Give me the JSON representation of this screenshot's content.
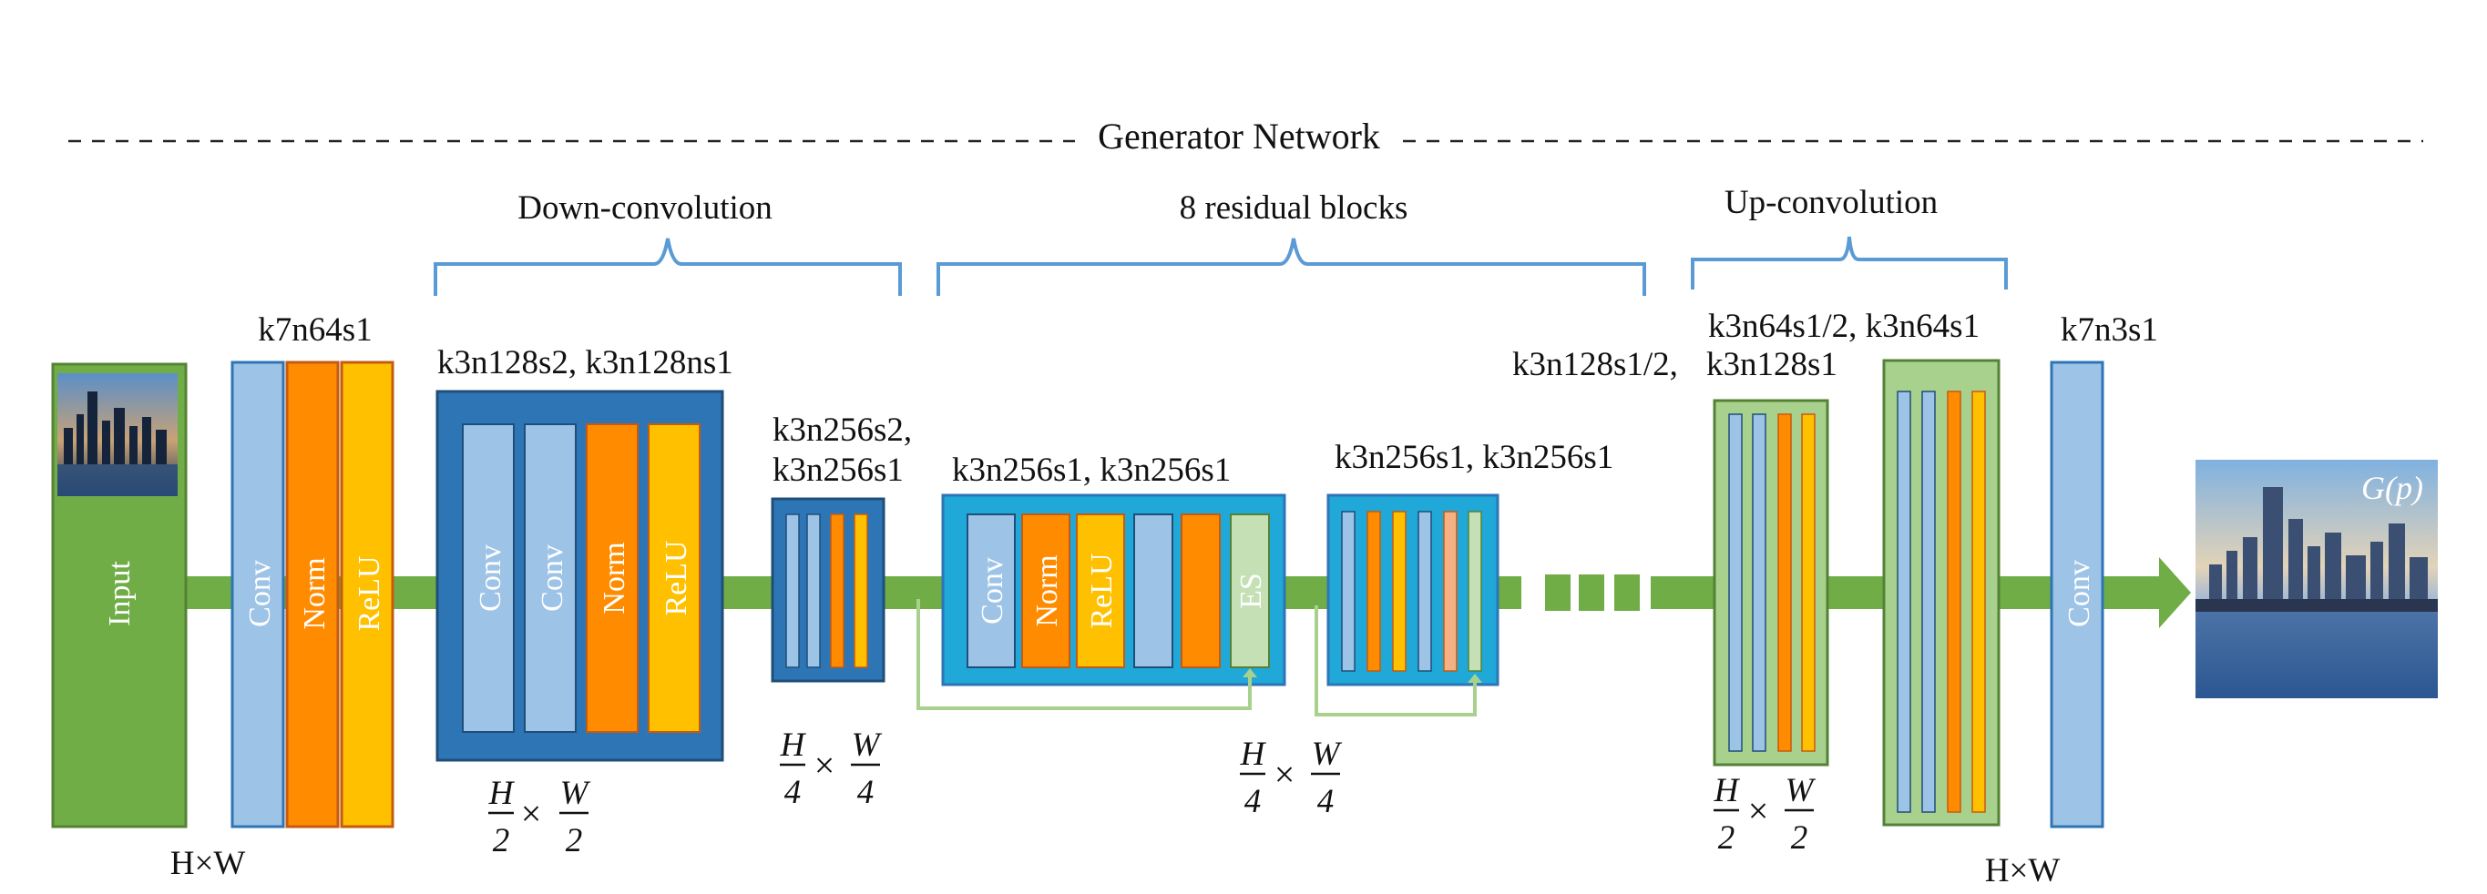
{
  "title": "Generator Network",
  "sections": {
    "down": "Down-convolution",
    "residual": "8 residual blocks",
    "up": "Up-convolution"
  },
  "labels": {
    "input": "Input",
    "conv": "Conv",
    "norm": "Norm",
    "relu": "ReLU",
    "es": "ES",
    "k7n64s1": "k7n64s1",
    "down_block": "k3n128s2, k3n128ns1",
    "k3n256s2": "k3n256s2,",
    "k3n256s1_a": "k3n256s1",
    "res1": "k3n256s1,  k3n256s1",
    "res2": "k3n256s1,  k3n256s1",
    "up_a_line1": "k3n128s1/2,",
    "up_a_line2": "k3n128s1",
    "up_b": "k3n64s1/2, k3n64s1",
    "k7n3s1": "k7n3s1",
    "output": "G(p)"
  },
  "dims": {
    "hw": "H×W",
    "hw_out": "H×W",
    "H": "H",
    "W": "W",
    "d2": "2",
    "d4": "4",
    "times": "×"
  },
  "colors": {
    "conv_light": "#9dc3e6",
    "norm": "#ff8c00",
    "relu": "#ffc000",
    "input_green": "#70ad47",
    "block_blue": "#2e75b6",
    "res_cyan": "#1fa8d8",
    "up_green": "#a9d18e",
    "es_green": "#c5e0b4",
    "bracket": "#5b9bd5",
    "skip": "#a9d18e"
  }
}
